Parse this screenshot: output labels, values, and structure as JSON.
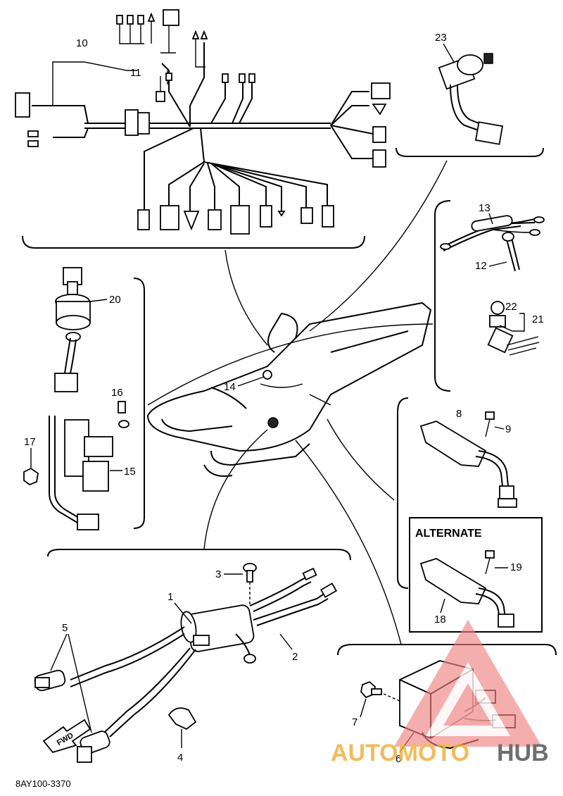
{
  "diagram": {
    "callouts": {
      "c1": "1",
      "c2": "2",
      "c3": "3",
      "c4": "4",
      "c5": "5",
      "c6": "6",
      "c7": "7",
      "c8": "8",
      "c9": "9",
      "c10": "10",
      "c11": "11",
      "c12": "12",
      "c13": "13",
      "c14": "14",
      "c15": "15",
      "c16": "16",
      "c17": "17",
      "c18": "18",
      "c19": "19",
      "c20": "20",
      "c21": "21",
      "c22": "22",
      "c23": "23"
    },
    "alternate_label": "ALTERNATE",
    "fwd_label": "FWD",
    "drawing_code": "8AY100-3370"
  },
  "watermark": {
    "part1": "AUTOMOTO",
    "part2": "HUB",
    "colors": {
      "primary": "#f08080",
      "accent": "#f0b040",
      "dark": "#555555"
    }
  }
}
